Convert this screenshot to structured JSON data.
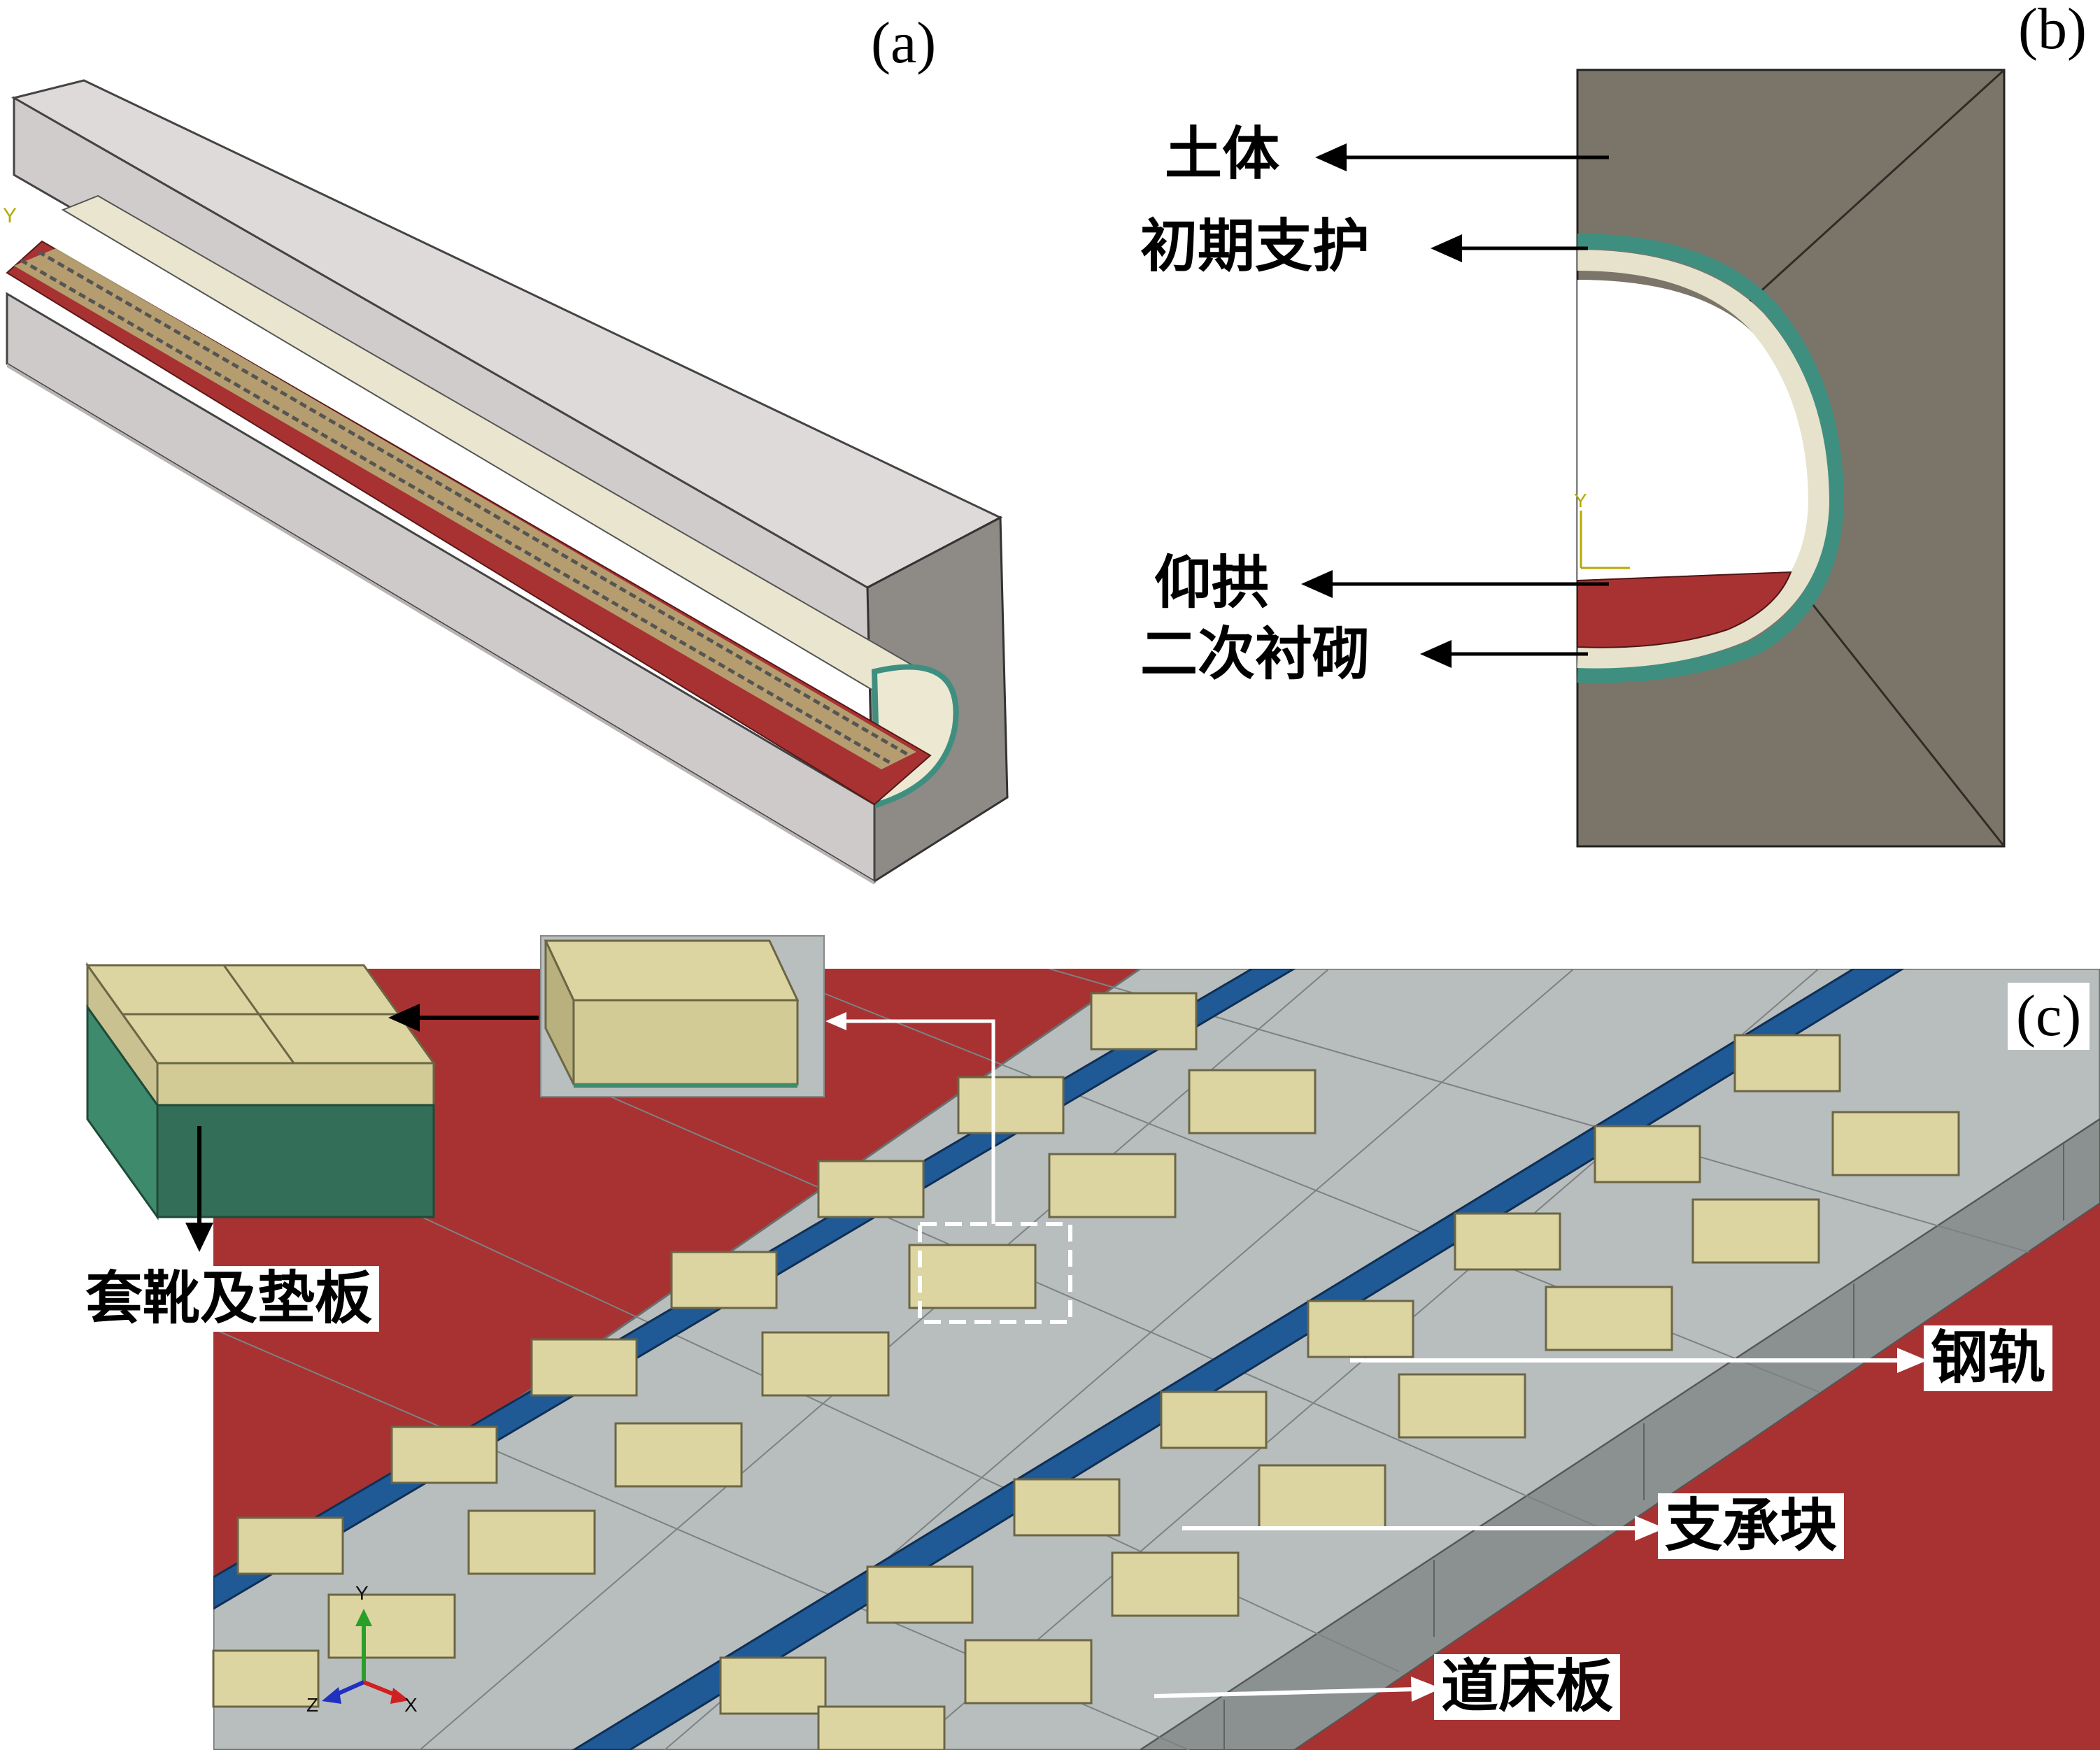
{
  "panels": {
    "a": {
      "label": "(a)"
    },
    "b": {
      "label": "(b)",
      "callouts": {
        "soil": "土体",
        "primary_support": "初期支护",
        "invert": "仰拱",
        "secondary_lining": "二次衬砌"
      }
    },
    "c": {
      "label": "(c)",
      "callouts": {
        "boot_pad": "套靴及垫板",
        "rail": "钢轨",
        "support_block": "支承块",
        "track_bed_slab": "道床板"
      }
    }
  },
  "axis_triad": {
    "y": "Y",
    "z": "Z",
    "x": "X"
  },
  "colors": {
    "soil_light": "#d8d4d4",
    "soil_dark": "#7a7568",
    "lining": "#e6e2cc",
    "support_teal": "#3f8f80",
    "invert_red": "#a83232",
    "block_tan": "#dcd5a2",
    "slab_gray": "#b8bdbd",
    "rail_blue": "#1f5a96",
    "pad_green": "#3e8a6c"
  }
}
